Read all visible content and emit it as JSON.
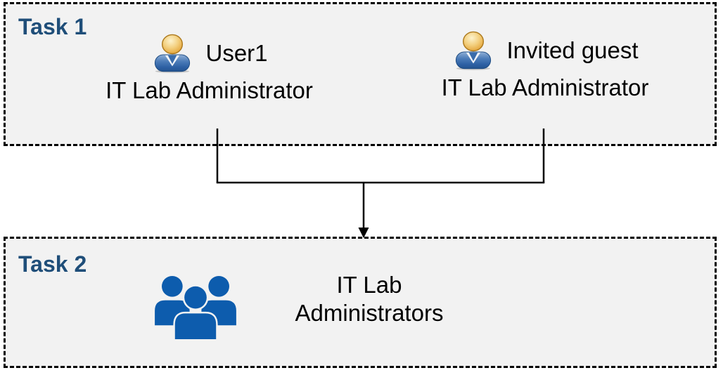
{
  "colors": {
    "task_label": "#1F4E79",
    "box_fill": "#F2F2F2",
    "box_border": "#000000",
    "connector": "#000000",
    "group_icon_blue": "#0D5CAD",
    "text": "#000000"
  },
  "task1": {
    "label": "Task 1",
    "people": [
      {
        "icon": "person-icon",
        "name": "User1",
        "role": "IT Lab Administrator"
      },
      {
        "icon": "person-icon",
        "name": "Invited guest",
        "role": "IT Lab Administrator"
      }
    ]
  },
  "connector": {
    "type": "merge-arrow",
    "from": [
      "User1",
      "Invited guest"
    ],
    "to": "IT Lab Administrators"
  },
  "task2": {
    "label": "Task 2",
    "group": {
      "icon": "people-group-icon",
      "name": "IT Lab Administrators",
      "lines": [
        "IT Lab",
        "Administrators"
      ]
    }
  }
}
